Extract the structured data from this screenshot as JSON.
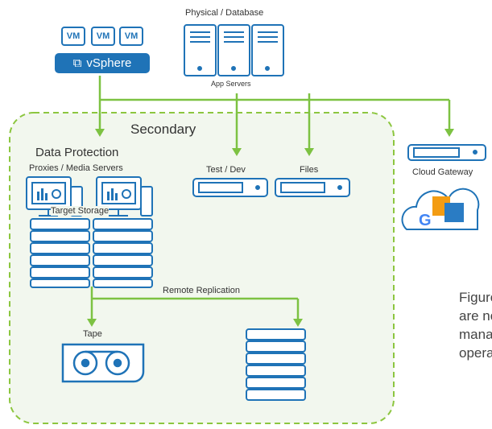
{
  "top": {
    "vm_labels": [
      "VM",
      "VM",
      "VM"
    ],
    "vsphere_label": "vSphere",
    "physical_label": "Physical / Database",
    "app_servers_label": "App Servers"
  },
  "secondary": {
    "title": "Secondary",
    "data_protection": "Data Protection",
    "proxies": "Proxies / Media Servers",
    "target_storage": "Target Storage",
    "test_dev": "Test / Dev",
    "files": "Files",
    "remote_replication": "Remote Replication",
    "tape": "Tape"
  },
  "cloud": {
    "gateway_label": "Cloud Gateway"
  },
  "caption_lines": [
    "Figure",
    "are no",
    "manag",
    "opera"
  ],
  "colors": {
    "blue": "#1f73b7",
    "green_line": "#7dc242",
    "zone_fill": "#f2f7ee",
    "zone_border": "#8cc63f"
  }
}
